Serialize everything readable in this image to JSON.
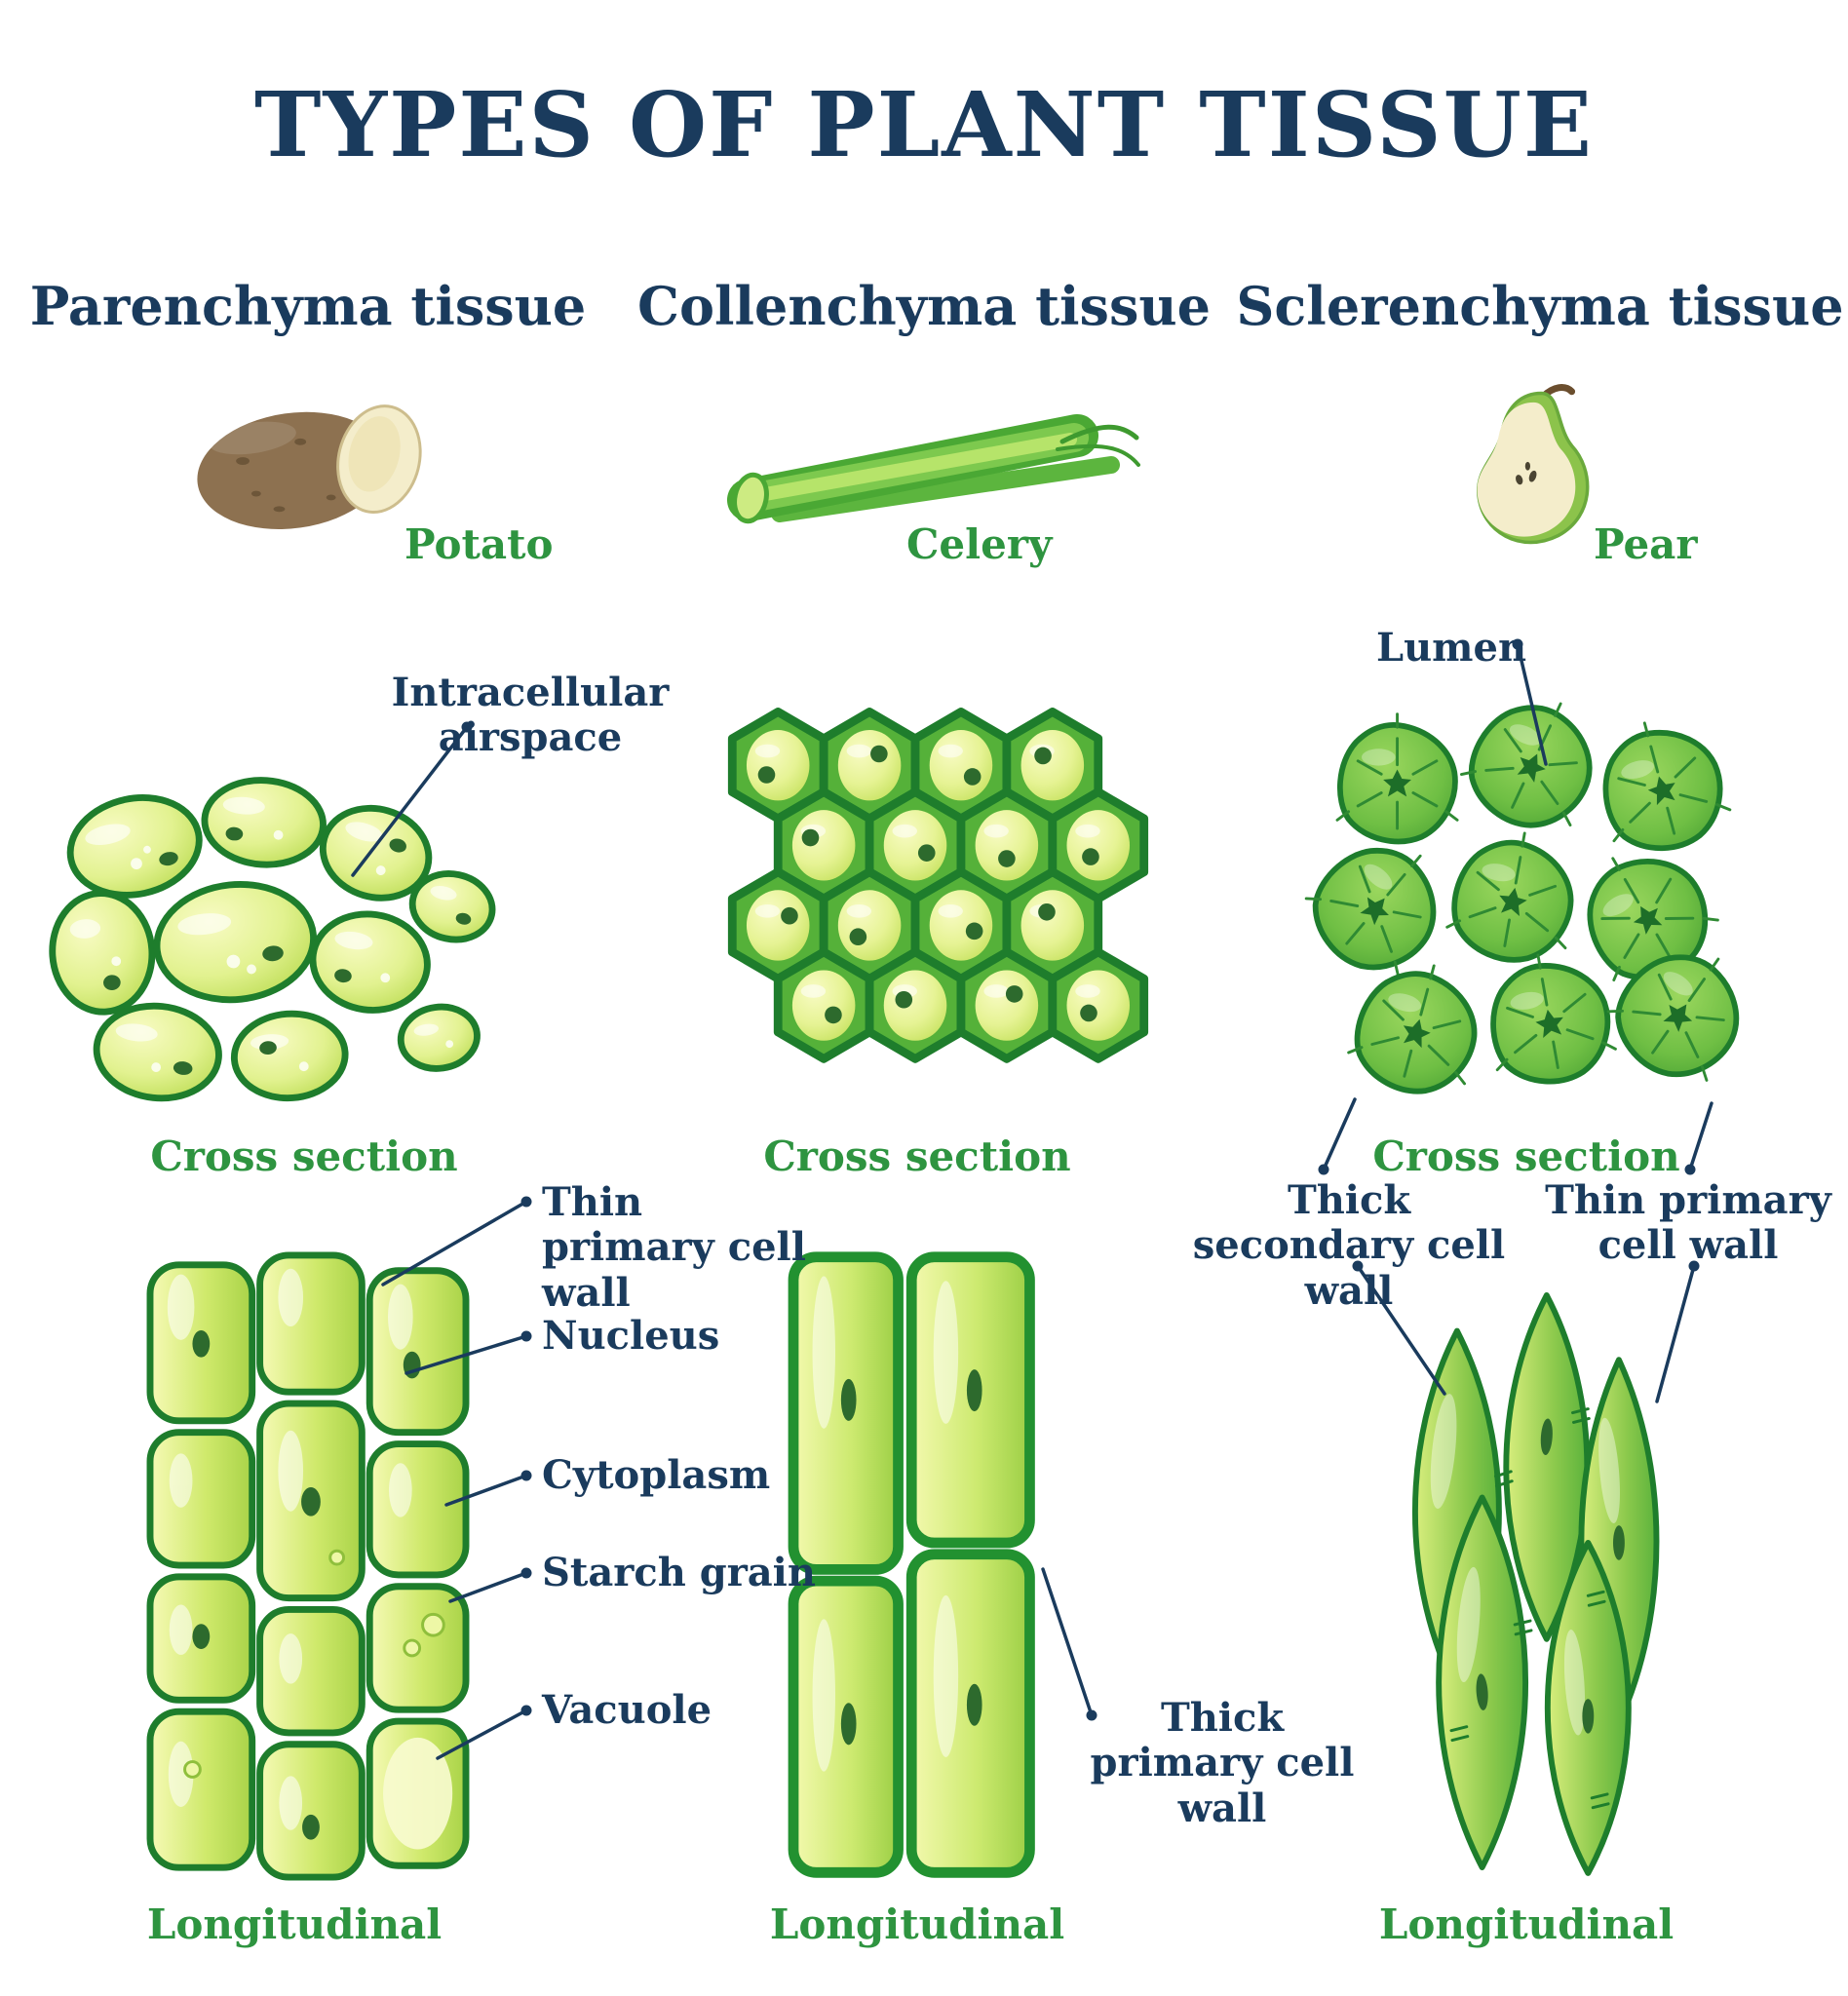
{
  "title": "TYPES OF PLANT TISSUE",
  "colors": {
    "heading_navy": "#1a3b5d",
    "label_green": "#2e9440",
    "cell_outline_green": "#1e7d2c",
    "cell_fill_light": "#e2f290",
    "potato_brown": "#8d7150"
  },
  "icons": [
    "potato-illustration",
    "celery-illustration",
    "pear-illustration",
    "parenchyma-cross-section-illustration",
    "collenchyma-cross-section-illustration",
    "sclerenchyma-cross-section-illustration",
    "parenchyma-longitudinal-illustration",
    "collenchyma-longitudinal-illustration",
    "sclerenchyma-longitudinal-illustration"
  ],
  "columns": [
    {
      "heading": "Parenchyma tissue",
      "example_label": "Potato",
      "cross_section_label": "Cross section",
      "longitudinal_label": "Longitudinal",
      "annotations": {
        "cross": "Intracellular airspace",
        "long": [
          "Thin primary cell wall",
          "Nucleus",
          "Cytoplasm",
          "Starch grain",
          "Vacuole"
        ]
      }
    },
    {
      "heading": "Collenchyma tissue",
      "example_label": "Celery",
      "cross_section_label": "Cross section",
      "longitudinal_label": "Longitudinal",
      "annotations": {
        "long": [
          "Thick primary cell wall"
        ]
      }
    },
    {
      "heading": "Sclerenchyma tissue",
      "example_label": "Pear",
      "cross_section_label": "Cross section",
      "longitudinal_label": "Longitudinal",
      "annotations": {
        "cross": "Lumen",
        "between": [
          "Thick secondary cell wall",
          "Thin primary cell wall"
        ]
      }
    }
  ]
}
